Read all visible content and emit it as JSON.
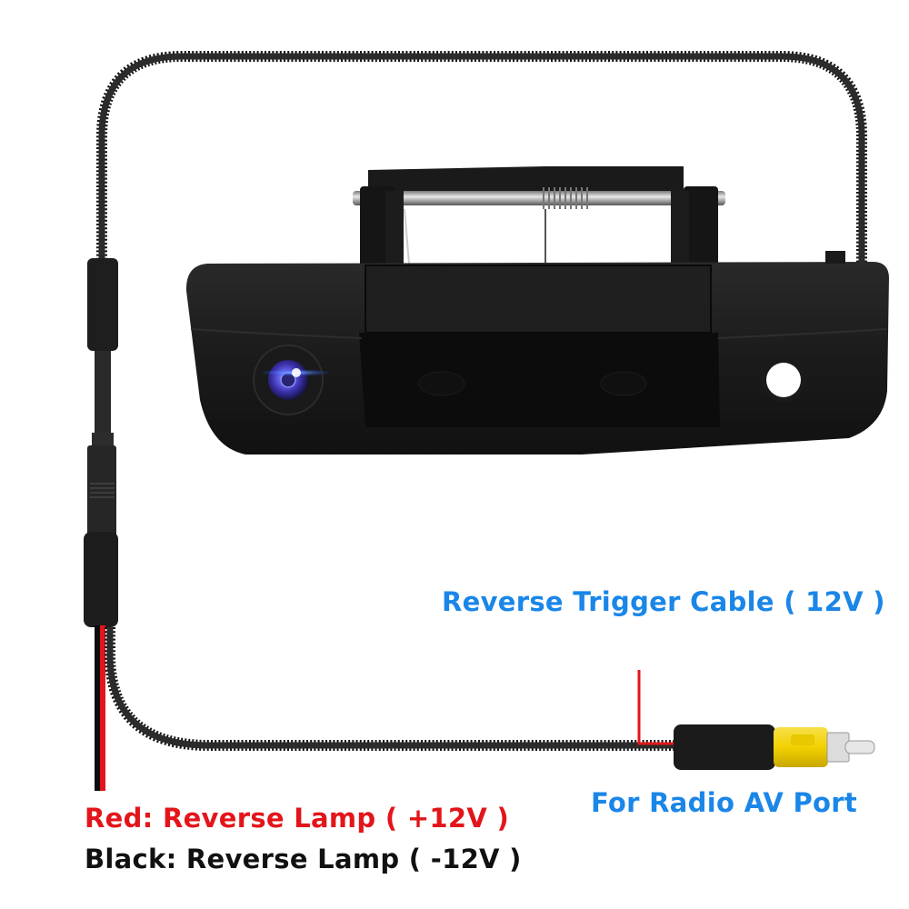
{
  "labels": {
    "reverse_trigger": "Reverse Trigger Cable ( 12V )",
    "radio_av": "For Radio AV Port",
    "red_wire": "Red: Reverse Lamp ( +12V )",
    "black_wire": "Black: Reverse Lamp ( -12V )"
  },
  "colors": {
    "blue_label": "#1a86e8",
    "red_label": "#e3151b",
    "black_label": "#111111",
    "rca_yellow": "#f2d100",
    "lens_blue": "#3a4fd8"
  },
  "product": {
    "name": "tailgate handle backup camera",
    "components": [
      "tailgate-handle",
      "camera-lens",
      "key-hole",
      "spring-hinge",
      "corrugated-cable",
      "power-wires",
      "rca-connector",
      "trigger-wire"
    ]
  }
}
